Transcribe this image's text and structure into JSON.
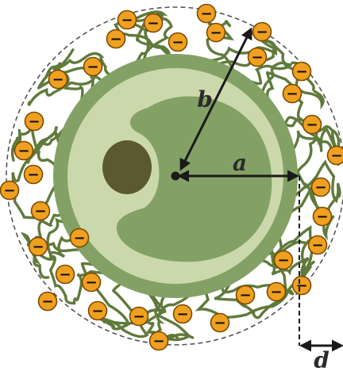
{
  "labels": {
    "a": "a",
    "b": "b",
    "d": "d"
  },
  "charge_symbol": "−",
  "charge_count": 36,
  "colors": {
    "outer_shell": "#83a164",
    "inner_ring": "#cbd8ab",
    "cell_body": "#83a164",
    "nucleus": "#5b5930",
    "polymer_chain": "#5f7a3b",
    "charge_fill": "#f0a020",
    "charge_stroke": "#7a4a00",
    "boundary": "#555555",
    "arrows": "#1a1a1a"
  }
}
